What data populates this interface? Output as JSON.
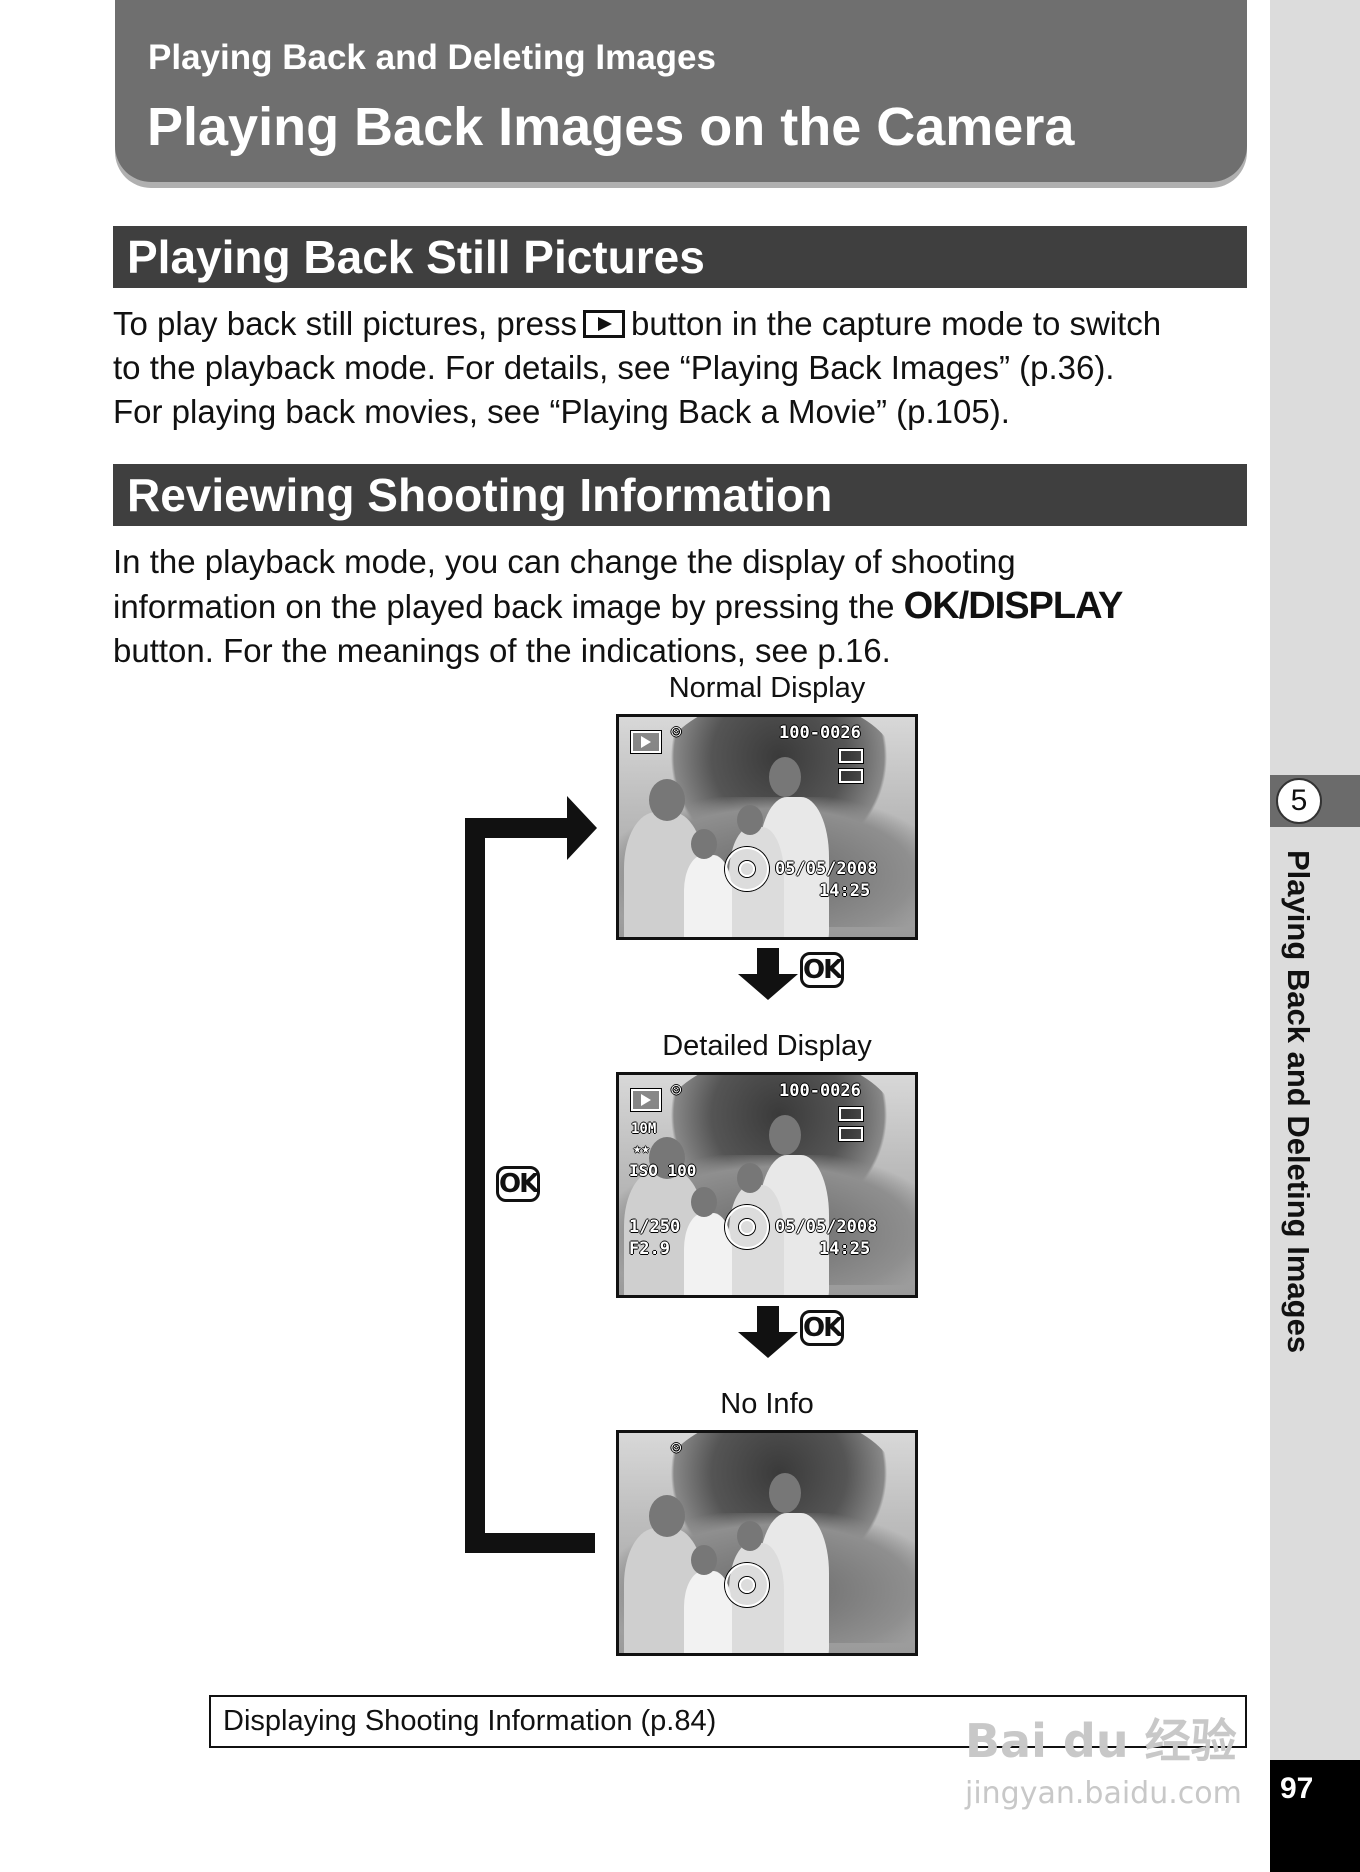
{
  "header": {
    "subtitle": "Playing Back and Deleting Images",
    "title": "Playing Back Images on the Camera"
  },
  "sections": [
    {
      "title": "Playing Back Still Pictures",
      "paragraph": {
        "before_icon": "To play back still pictures, press",
        "after_icon": "button in the capture mode to switch",
        "line2": "to the playback mode. For details, see “Playing Back Images” (p.36).",
        "line3": "For playing back movies, see “Playing Back a Movie” (p.105)."
      }
    },
    {
      "title": "Reviewing Shooting Information",
      "paragraph": {
        "line1": "In the playback mode, you can change the display of shooting",
        "line2_before": "information on the played back image by pressing the",
        "line2_button": "OK/DISPLAY",
        "line3": "button. For the meanings of the indications, see p.16."
      }
    }
  ],
  "diagram": {
    "captions": [
      "Normal Display",
      "Detailed Display",
      "No Info"
    ],
    "ok_label": "OK",
    "normal": {
      "file": "100-0026",
      "date": "05/05/2008",
      "time": "14:25"
    },
    "detailed": {
      "file": "100-0026",
      "size": "10M",
      "quality": "★★",
      "iso": "ISO 100",
      "shutter": "1/250",
      "aperture": "F2.9",
      "date": "05/05/2008",
      "time": "14:25"
    }
  },
  "reference": "Displaying Shooting Information (p.84)",
  "sidebar": {
    "chapter_number": "5",
    "chapter_title": "Playing Back and Deleting Images",
    "page_number": "97"
  },
  "watermark": {
    "line1": "Bai du 经验",
    "line2": "jingyan.baidu.com"
  }
}
